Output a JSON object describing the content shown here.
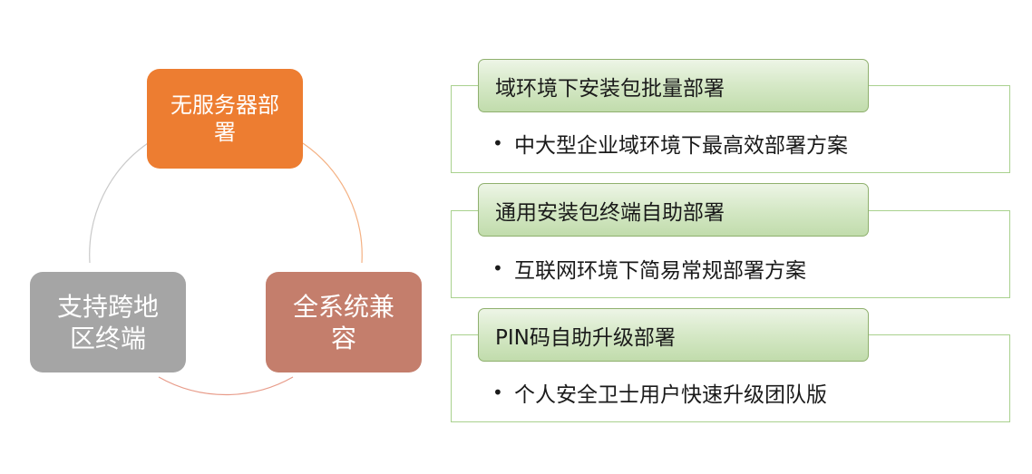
{
  "cycle": {
    "nodes": [
      {
        "label": "无服务器部署",
        "line1": "无服务器部",
        "line2": "署",
        "color": "#ed7d31"
      },
      {
        "label": "全系统兼容",
        "line1": "全系统兼",
        "line2": "容",
        "color": "#c47e6c"
      },
      {
        "label": "支持跨地区终端",
        "line1": "支持跨地",
        "line2": "区终端",
        "color": "#a5a5a5"
      }
    ],
    "arc_colors": [
      "#f4b183",
      "#e89c8a",
      "#c9c9c9"
    ]
  },
  "features": [
    {
      "title": "域环境下安装包批量部署",
      "bullet": "中大型企业域环境下最高效部署方案"
    },
    {
      "title": "通用安装包终端自助部署",
      "bullet": "互联网环境下简易常规部署方案"
    },
    {
      "title": "PIN码自助升级部署",
      "bullet": "个人安全卫士用户快速升级团队版"
    }
  ],
  "colors": {
    "panel_border": "#a9d18e",
    "header_gradient_mid": "#d5e8c6"
  },
  "bullet_char": "•"
}
